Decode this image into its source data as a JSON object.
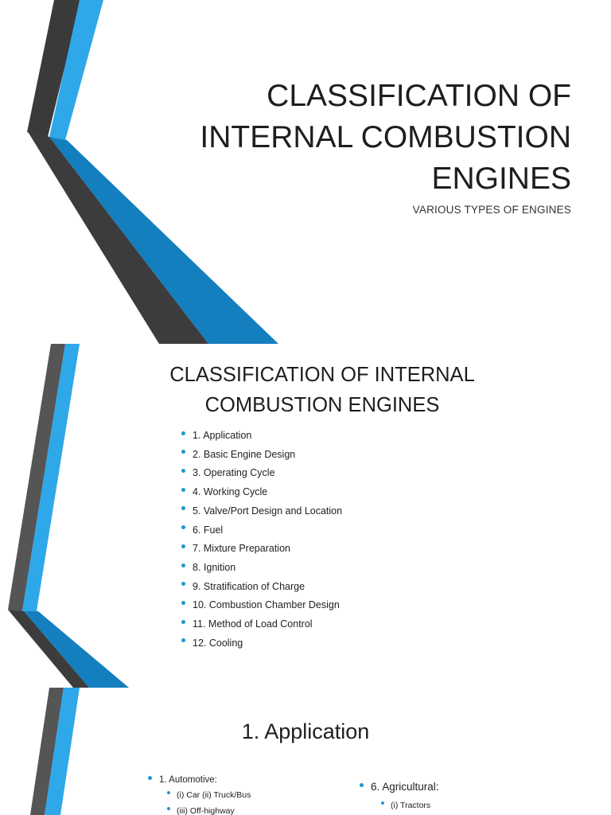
{
  "colors": {
    "accent_blue": "#2fa8ea",
    "dark_blue": "#137fbf",
    "dark_gray": "#3c3c3c",
    "mid_gray": "#555555",
    "bullet": "#2196d3"
  },
  "slide1": {
    "title_lines": [
      "CLASSIFICATION OF",
      "INTERNAL COMBUSTION",
      "ENGINES"
    ],
    "subtitle": "VARIOUS TYPES OF ENGINES"
  },
  "slide2": {
    "title_lines": [
      "CLASSIFICATION OF INTERNAL",
      "COMBUSTION ENGINES"
    ],
    "items": [
      "1. Application",
      "2. Basic Engine Design",
      "3. Operating Cycle",
      "4. Working Cycle",
      "5. Valve/Port Design and Location",
      "6. Fuel",
      "7. Mixture Preparation",
      "8. Ignition",
      "9. Stratification of Charge",
      "10. Combustion Chamber Design",
      "11. Method of Load Control",
      "12. Cooling"
    ]
  },
  "slide3": {
    "title": "1. Application",
    "left": {
      "item": "1. Automotive:",
      "subitems": [
        "(i) Car (ii) Truck/Bus",
        "(iii) Off-highway"
      ]
    },
    "right": {
      "item": "6. Agricultural:",
      "subitems": [
        "(i) Tractors"
      ]
    }
  }
}
